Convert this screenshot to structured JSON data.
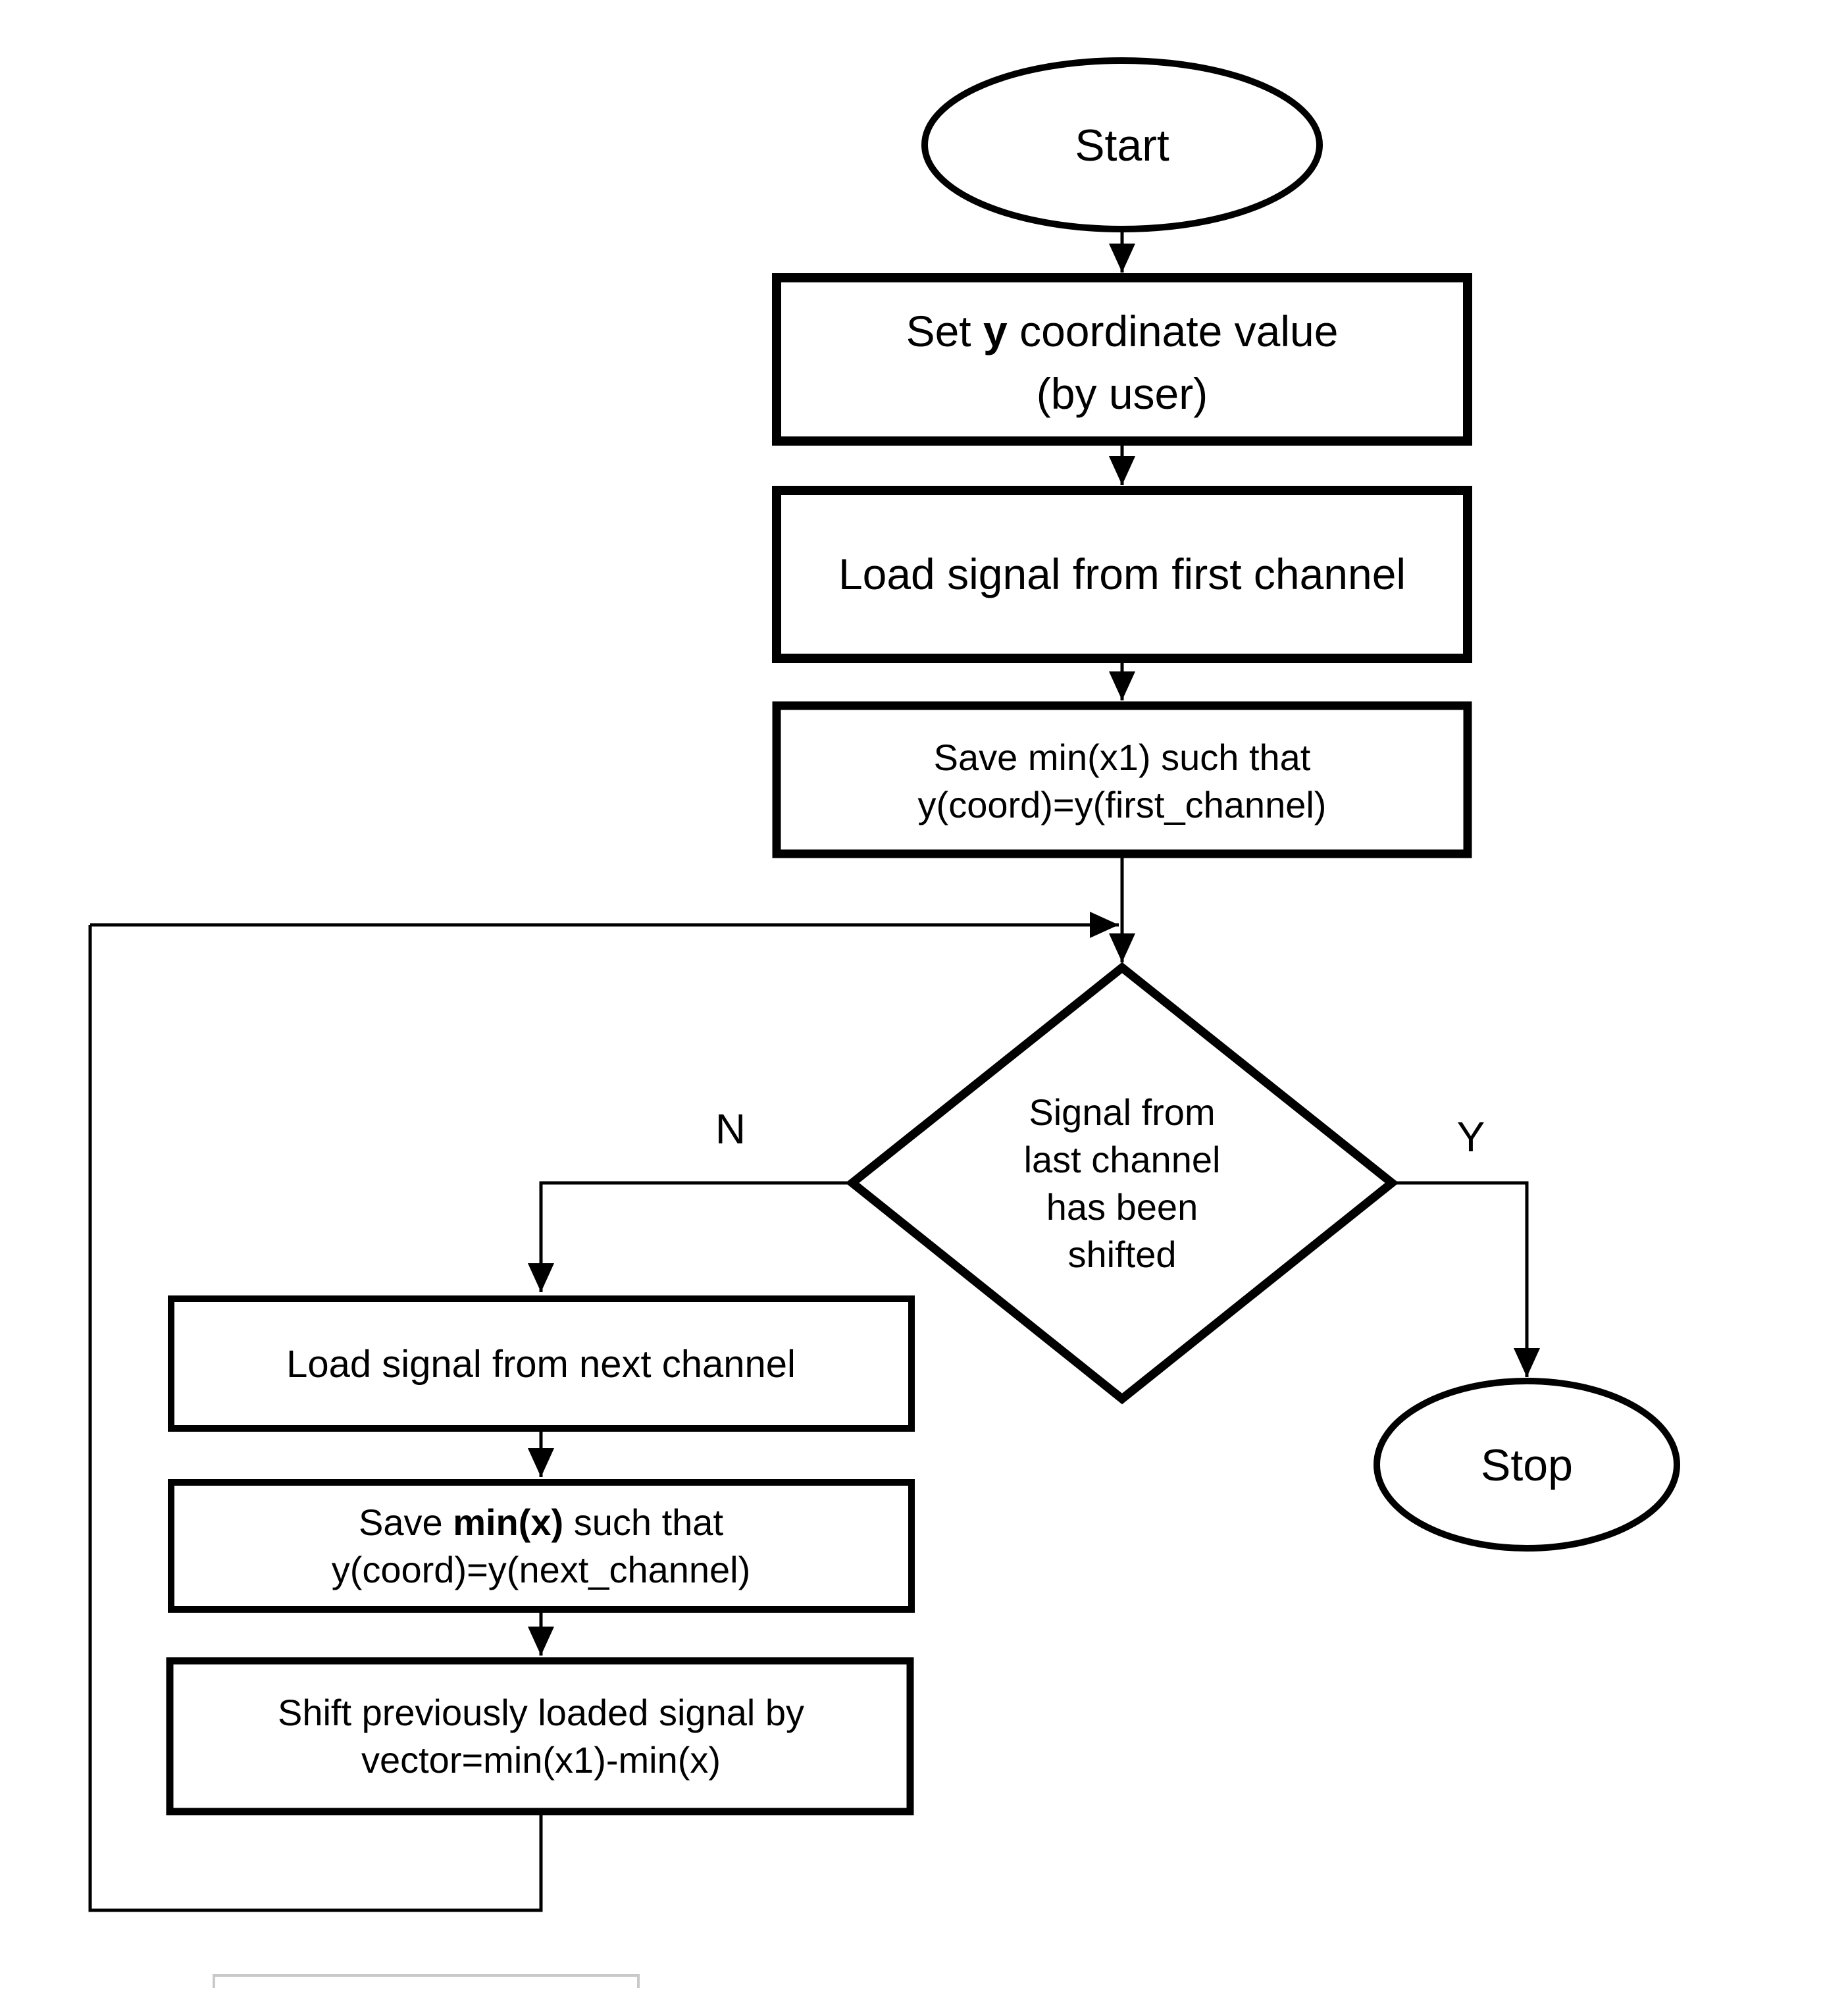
{
  "diagram": {
    "title_semantic": "signal shifting algorithm flowchart",
    "colors": {
      "stroke": "#000000",
      "fill": "#ffffff",
      "cropped_edge_gray": "#c9c9c9"
    },
    "nodes": {
      "start": {
        "type": "terminator",
        "label": "Start"
      },
      "set_y": {
        "type": "process",
        "line1_pre": "Set",
        "line1_bold": "y",
        "line1_post": "coordinate value",
        "line2": "(by user)"
      },
      "load_first": {
        "type": "process",
        "label": "Load signal from first channel"
      },
      "save_min_x1": {
        "type": "process",
        "line1": "Save min(x1) such that",
        "line2": "y(coord)=y(first_channel)"
      },
      "decision": {
        "type": "decision",
        "line1": "Signal from",
        "line2": "last channel",
        "line3": "has been",
        "line4": "shifted"
      },
      "load_next": {
        "type": "process",
        "label": "Load signal from next channel"
      },
      "save_min_x": {
        "type": "process",
        "line1_pre": "Save",
        "line1_bold": "min(x)",
        "line1_post": "such that",
        "line2": "y(coord)=y(next_channel)"
      },
      "shift_prev": {
        "type": "process",
        "line1": "Shift previously loaded signal by",
        "line2": "vector=min(x1)-min(x)"
      },
      "stop": {
        "type": "terminator",
        "label": "Stop"
      }
    },
    "edge_labels": {
      "no": "N",
      "yes": "Y"
    }
  }
}
